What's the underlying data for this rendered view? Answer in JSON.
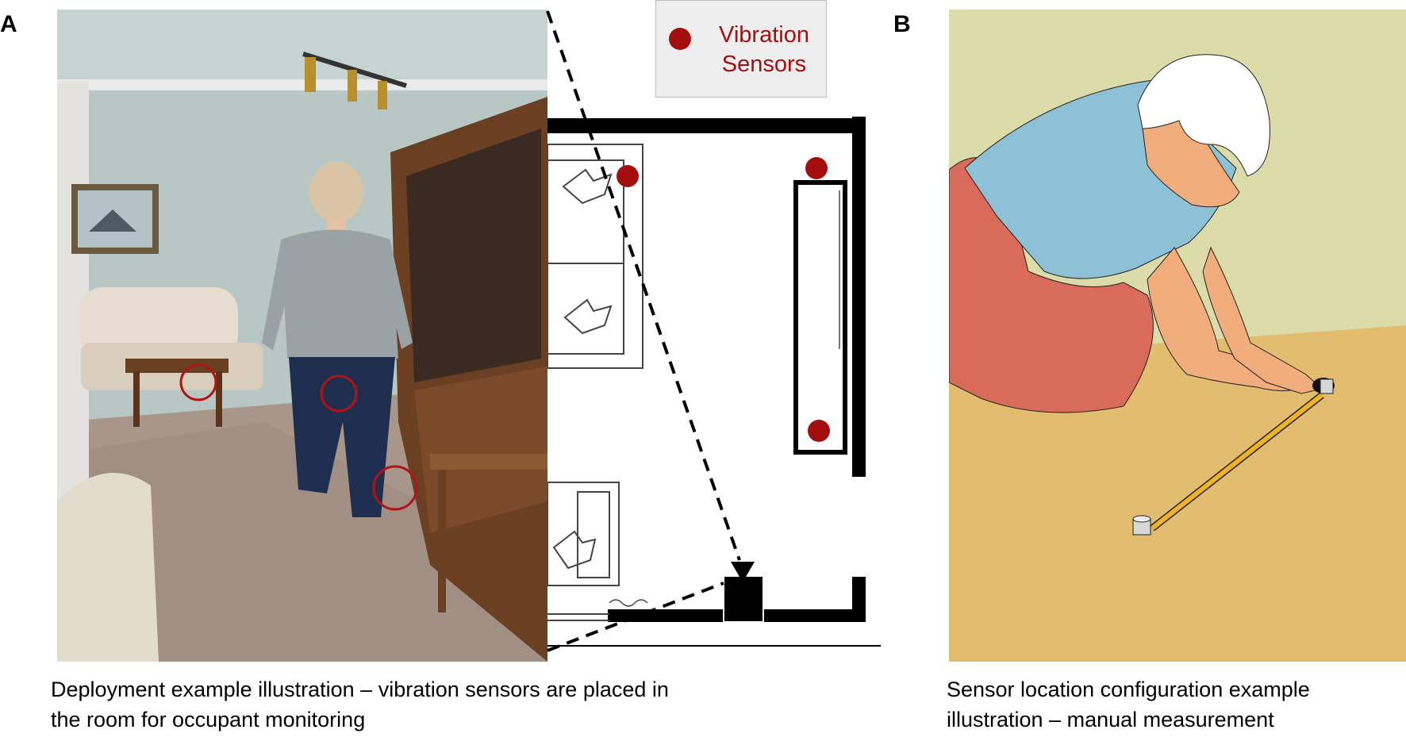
{
  "panels": [
    {
      "letter": "A",
      "caption_lines": [
        "Deployment example illustration – vibration sensors are placed in",
        "the room for occupant monitoring"
      ]
    },
    {
      "letter": "B",
      "caption_lines": [
        "Sensor location configuration example",
        "illustration – manual measurement"
      ]
    }
  ],
  "legend": {
    "label_lines": [
      "Vibration",
      "Sensors"
    ],
    "marker_color": "#a30f0f"
  },
  "colors": {
    "sensor": "#a30f0f",
    "wall": "#000000",
    "photo_wall": "#b9c7c4",
    "carpet": "#a8968a",
    "cabinet": "#6b3f22",
    "illus_wall": "#dcdcaa",
    "illus_floor": "#e3bd6f",
    "shirt": "#8ec1d6",
    "pants": "#d96b5a",
    "skin": "#f1ad7c",
    "tape": "#f1b421"
  }
}
